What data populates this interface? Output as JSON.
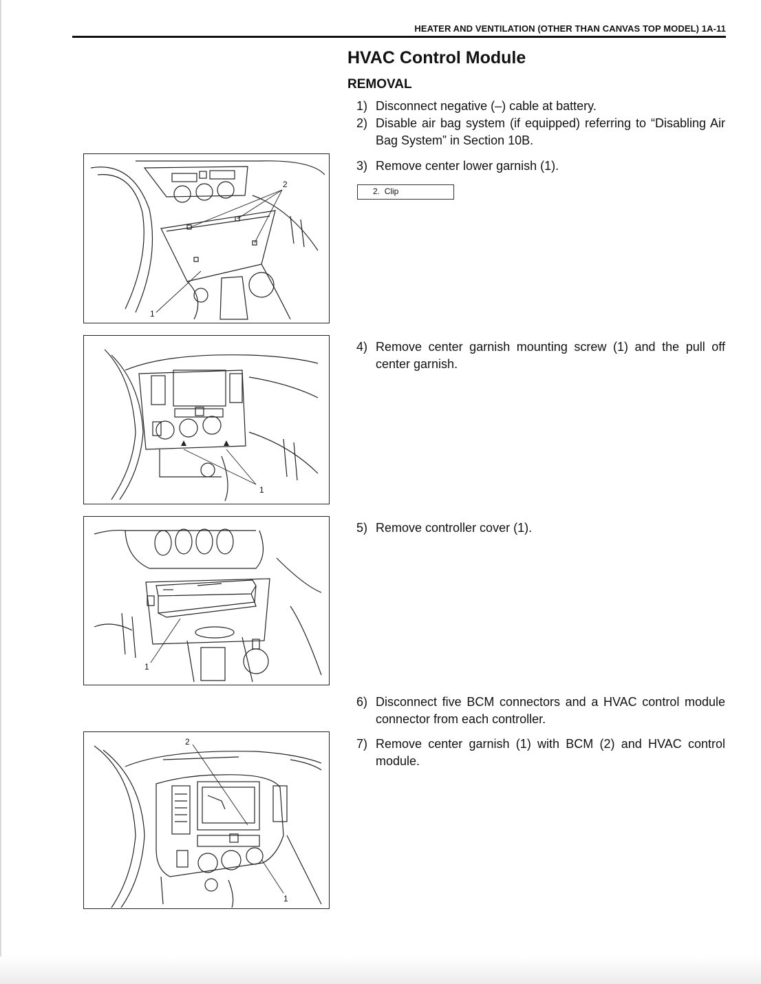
{
  "header": {
    "running_title": "HEATER AND VENTILATION (OTHER THAN CANVAS TOP MODEL) 1A-11"
  },
  "section": {
    "title": "HVAC Control Module",
    "subtitle": "REMOVAL"
  },
  "steps": [
    {
      "num": "1)",
      "text": "Disconnect negative (–) cable at battery."
    },
    {
      "num": "2)",
      "text": "Disable air bag system (if equipped) referring to “Disabling Air Bag System” in Section 10B."
    },
    {
      "num": "3)",
      "text": "Remove center lower garnish (1)."
    },
    {
      "num": "4)",
      "text": "Remove center garnish mounting screw (1) and the pull off center garnish."
    },
    {
      "num": "5)",
      "text": "Remove controller cover (1)."
    },
    {
      "num": "6)",
      "text": "Disconnect five BCM connectors and a HVAC control module connector from each controller."
    },
    {
      "num": "7)",
      "text": "Remove center garnish (1) with BCM (2) and HVAC control module."
    }
  ],
  "legend": {
    "item": "2.",
    "label": "Clip"
  },
  "figures": [
    {
      "callouts": [
        "2",
        "1"
      ]
    },
    {
      "callouts": [
        "1"
      ]
    },
    {
      "callouts": [
        "1"
      ]
    },
    {
      "callouts": [
        "2",
        "1"
      ]
    }
  ]
}
